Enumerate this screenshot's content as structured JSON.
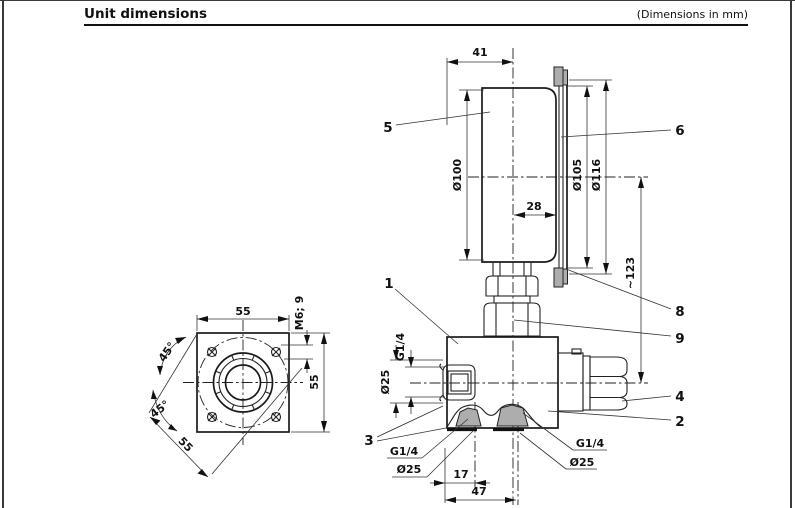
{
  "header": {
    "title": "Unit dimensions",
    "note": "(Dimensions in mm)"
  },
  "front_view": {
    "dim_top": "55",
    "dim_right": "55",
    "dim_diagonal": "55",
    "angle_upper": "45°",
    "angle_lower": "45°",
    "thread_spec": "M6; 9"
  },
  "side_view": {
    "dim_depth": "41",
    "dim_window": "28",
    "dial_dia": "Ø100",
    "bezel_dia": "Ø105",
    "front_ring_dia": "Ø116",
    "overall_height": "~123",
    "side_port_thread": "G1/4",
    "side_port_dia": "Ø25",
    "bottom_left_thread": "G1/4",
    "bottom_left_dia": "Ø25",
    "bottom_right_thread": "G1/4",
    "bottom_right_dia": "Ø25",
    "dim_port_offset": "17",
    "dim_port_center": "47"
  },
  "callouts": {
    "c1": "1",
    "c2": "2",
    "c3": "3",
    "c4": "4",
    "c5": "5",
    "c6": "6",
    "c8": "8",
    "c9": "9"
  }
}
